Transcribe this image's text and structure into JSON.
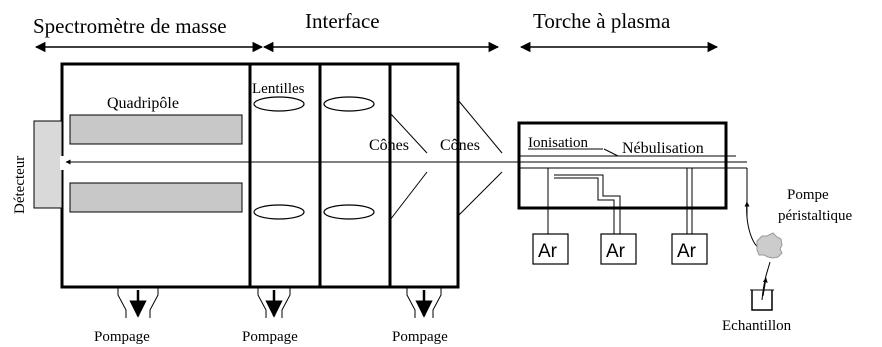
{
  "sections": {
    "mass_spec": "Spectromètre de masse",
    "interface": "Interface",
    "torch": "Torche à plasma"
  },
  "labels": {
    "detector": "Détecteur",
    "quadrupole": "Quadripôle",
    "lenses": "Lentilles",
    "cones_1": "Cônes",
    "cones_2": "Cônes",
    "ionisation": "Ionisation",
    "nebulisation": "Nébulisation",
    "pump_line1": "Pompe",
    "pump_line2": "péristaltique",
    "sample": "Echantillon"
  },
  "argon": [
    "Ar",
    "Ar",
    "Ar"
  ],
  "pumping": [
    "Pompage",
    "Pompage",
    "Pompage"
  ],
  "colors": {
    "quadrupole_fill": "#c8c8c8",
    "detector_fill": "#d9d9d9",
    "pump_fill": "#cccccc"
  }
}
